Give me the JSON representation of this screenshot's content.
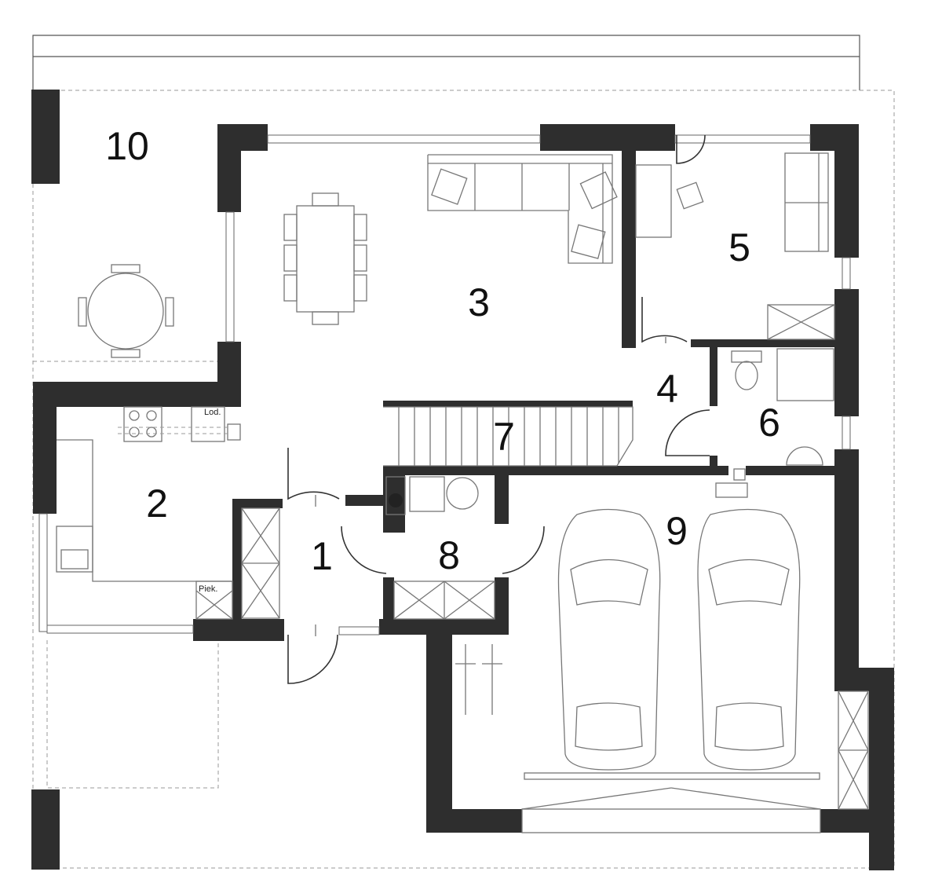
{
  "rooms": [
    {
      "id": "1",
      "label": "1"
    },
    {
      "id": "2",
      "label": "2"
    },
    {
      "id": "3",
      "label": "3"
    },
    {
      "id": "4",
      "label": "4"
    },
    {
      "id": "5",
      "label": "5"
    },
    {
      "id": "6",
      "label": "6"
    },
    {
      "id": "7",
      "label": "7"
    },
    {
      "id": "8",
      "label": "8"
    },
    {
      "id": "9",
      "label": "9"
    },
    {
      "id": "10",
      "label": "10"
    }
  ],
  "labels": {
    "fridge": "Lod.",
    "oven": "Piek."
  }
}
